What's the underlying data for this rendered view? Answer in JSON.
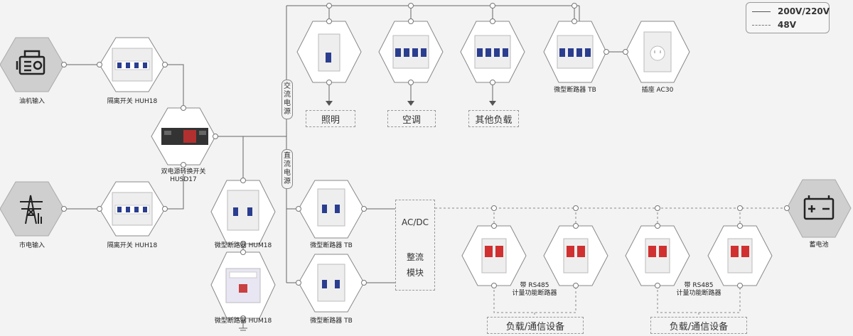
{
  "legend": {
    "solid_label": "200V/220V",
    "dashed_label": "48V"
  },
  "labels": {
    "diesel": "油机输入",
    "grid": "市电输入",
    "isolator_top": "隔离开关 HUH18",
    "isolator_bottom": "隔离开关 HUH18",
    "ats_line1": "双电源转换开关",
    "ats_line2": "HUSD17",
    "mcb_hum18_a": "微型断路器 HUM18",
    "mcb_hum18_b": "微型断路器 HUM18",
    "mcb_tb_top": "微型断路器 TB",
    "socket": "插座 AC30",
    "mcb_tb_mid": "微型断路器 TB",
    "mcb_tb_low": "微型断路器 TB",
    "battery": "蓄电池",
    "rs485_a_line1": "带 RS485",
    "rs485_a_line2": "计量功能断路器",
    "rs485_b_line1": "带 RS485",
    "rs485_b_line2": "计量功能断路器"
  },
  "bus": {
    "ac": "交流电源",
    "dc": "直流电源"
  },
  "loads": {
    "lighting": "照明",
    "aircon": "空调",
    "other": "其他负载",
    "comm_a": "负载/通信设备",
    "comm_b": "负载/通信设备"
  },
  "rectifier": {
    "line1": "AC/DC",
    "line2": "整流",
    "line3": "模块"
  }
}
